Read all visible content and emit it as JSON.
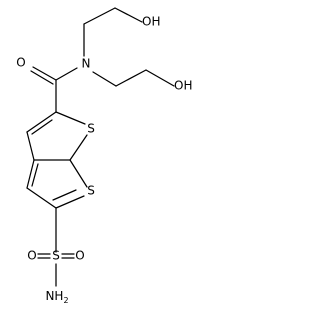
{
  "molecule": {
    "atoms": {
      "oh_top": "OH",
      "oh_right": "OH",
      "o_carbonyl": "O",
      "n_amide": "N",
      "s_ring_upper": "S",
      "s_ring_lower": "S",
      "o_sulfonyl_left": "O",
      "s_sulfonyl": "S",
      "o_sulfonyl_right": "O",
      "nh_base": "NH",
      "nh_subscript": "2"
    }
  }
}
